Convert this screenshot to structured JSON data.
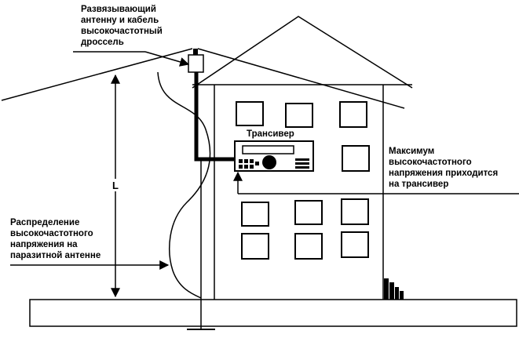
{
  "labels": {
    "choke": [
      "Развязывающий",
      "антенну и кабель",
      "высокочастотный",
      "дроссель"
    ],
    "transceiver": "Трансивер",
    "max_voltage": [
      "Максимум",
      "высокочастотного",
      "напряжения приходится",
      "на трансивер"
    ],
    "distribution": [
      "Распределение",
      "высокочастотного",
      "напряжения на",
      "паразитной антенне"
    ],
    "length": "L"
  },
  "colors": {
    "line": "#000000",
    "background": "#ffffff"
  }
}
